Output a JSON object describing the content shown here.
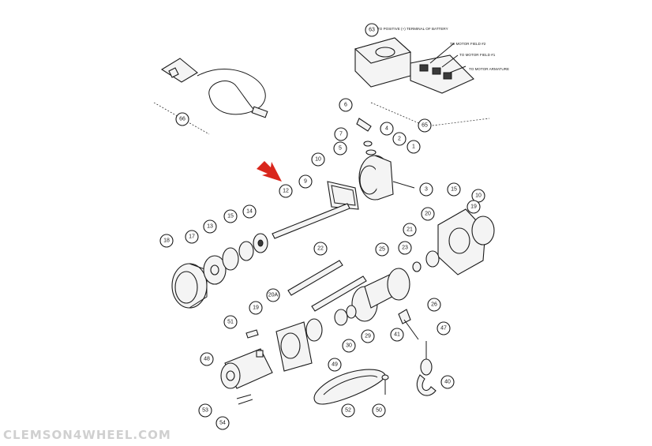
{
  "callouts": [
    "1",
    "2",
    "3",
    "4",
    "5",
    "6",
    "7",
    "9",
    "10",
    "10",
    "12",
    "13",
    "14",
    "15",
    "15",
    "17",
    "18",
    "19",
    "19",
    "20",
    "20A",
    "21",
    "22",
    "23",
    "25",
    "26",
    "29",
    "30",
    "40",
    "41",
    "47",
    "48",
    "49",
    "50",
    "51",
    "52",
    "53",
    "54",
    "63",
    "65",
    "66"
  ],
  "control_box_labels": [
    "TO POSITIVE (+) TERMINAL OF BATTERY",
    "TO MOTOR FIELD #2",
    "TO MOTOR FIELD #1",
    "TO MOTOR ARMATURE"
  ],
  "watermark": "CLEMSON4WHEEL.COM",
  "colors": {
    "line": "#1a1a1a",
    "arrow": "#d9261c",
    "watermark": "#d0d0d0"
  },
  "icons": {
    "highlight": "red-arrow-icon"
  }
}
